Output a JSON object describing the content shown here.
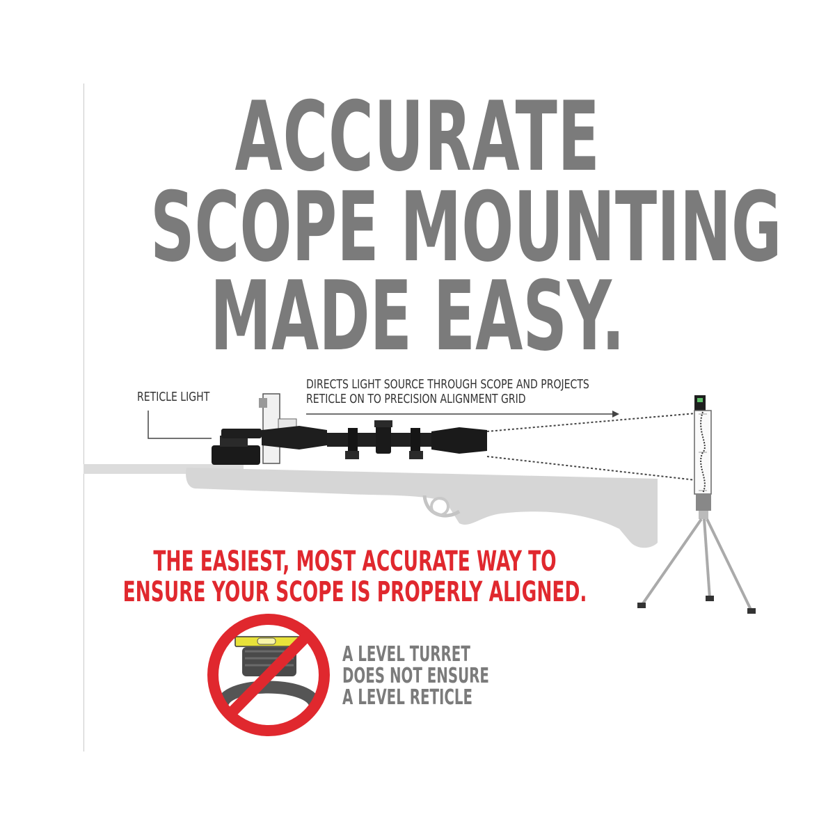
{
  "headline": {
    "line1": "ACCURATE",
    "line2": "SCOPE MOUNTING",
    "line3": "MADE EASY."
  },
  "callouts": {
    "reticle_light": "RETICLE LIGHT",
    "directs_line1": "DIRECTS LIGHT SOURCE THROUGH SCOPE AND PROJECTS",
    "directs_line2": "RETICLE ON TO PRECISION ALIGNMENT GRID"
  },
  "tagline": {
    "line1": "THE EASIEST, MOST ACCURATE WAY TO",
    "line2": "ENSURE YOUR SCOPE IS PROPERLY ALIGNED."
  },
  "warning": {
    "line1": "A LEVEL TURRET",
    "line2": "DOES NOT ENSURE",
    "line3": "A LEVEL RETICLE"
  },
  "colors": {
    "headline_gray": "#7b7b7b",
    "accent_red": "#e0282e",
    "rifle_stock": "#d9d9d9",
    "scope_black": "#1e1e1e",
    "level_yellow": "#e8e23a"
  },
  "icons": {
    "no_symbol": "prohibition-icon",
    "level": "bubble-level-icon"
  }
}
